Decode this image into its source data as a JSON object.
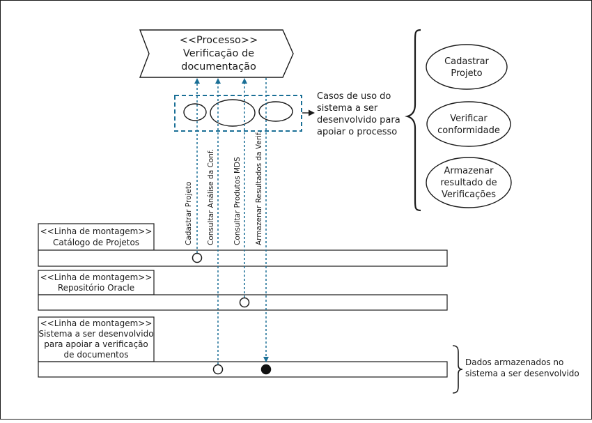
{
  "process": {
    "stereotype": "<<Processo>>",
    "line1": "Verificação de",
    "line2": "documentação"
  },
  "use_cases_label": [
    "Casos de uso do",
    "sistema a ser",
    "desenvolvido para",
    "apoiar o processo"
  ],
  "right_use_cases": [
    {
      "lines": [
        "Cadastrar",
        "Projeto"
      ]
    },
    {
      "lines": [
        "Verificar",
        "conformidade"
      ]
    },
    {
      "lines": [
        "Armazenar",
        "resultado de",
        "Verificações"
      ]
    }
  ],
  "flows": [
    "Cadastrar Projeto",
    "Consultar Análise da Conf.",
    "Consultar Produtos MDS",
    "Armazenar Resultados da Verif."
  ],
  "assembly_lines": [
    {
      "lines": [
        "<<Linha de montagem>>",
        "Catálogo de Projetos"
      ]
    },
    {
      "lines": [
        "<<Linha de montagem>>",
        "Repositório Oracle"
      ]
    },
    {
      "lines": [
        "<<Linha de montagem>>",
        "Sistema a ser desenvolvido",
        "para apoiar a verificação",
        "de documentos"
      ]
    }
  ],
  "stored_data_label": [
    "Dados armazenados no",
    "sistema a ser desenvolvido"
  ],
  "colors": {
    "flow_arrow": "#1a6f96",
    "stroke": "#1a1a1a"
  }
}
